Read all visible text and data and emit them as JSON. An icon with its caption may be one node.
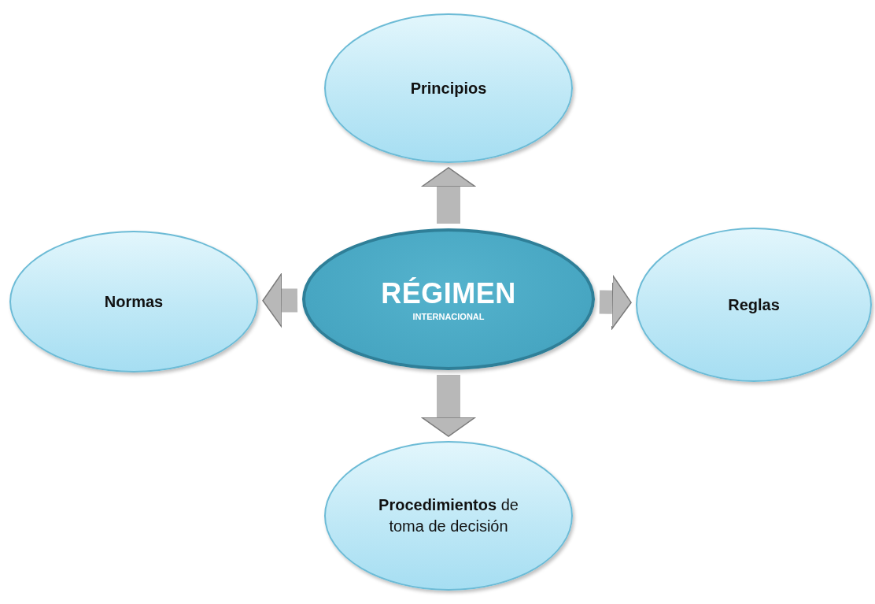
{
  "diagram": {
    "nodes": [
      {
        "text": [
          "RÉGIMEN",
          "INTERNACIONAL"
        ]
      },
      {
        "text": [
          "Principios"
        ]
      },
      {
        "text": [
          "Normas"
        ]
      },
      {
        "text": [
          "Reglas"
        ]
      },
      {
        "text": [
          "**Procedimientos** de toma de decisión"
        ]
      }
    ],
    "edges": [
      {
        "from": 0,
        "to": 1,
        "arrow": "to"
      },
      {
        "from": 0,
        "to": 2,
        "arrow": "to"
      },
      {
        "from": 0,
        "to": 3,
        "arrow": "to"
      },
      {
        "from": 0,
        "to": 4,
        "arrow": "to"
      }
    ]
  }
}
